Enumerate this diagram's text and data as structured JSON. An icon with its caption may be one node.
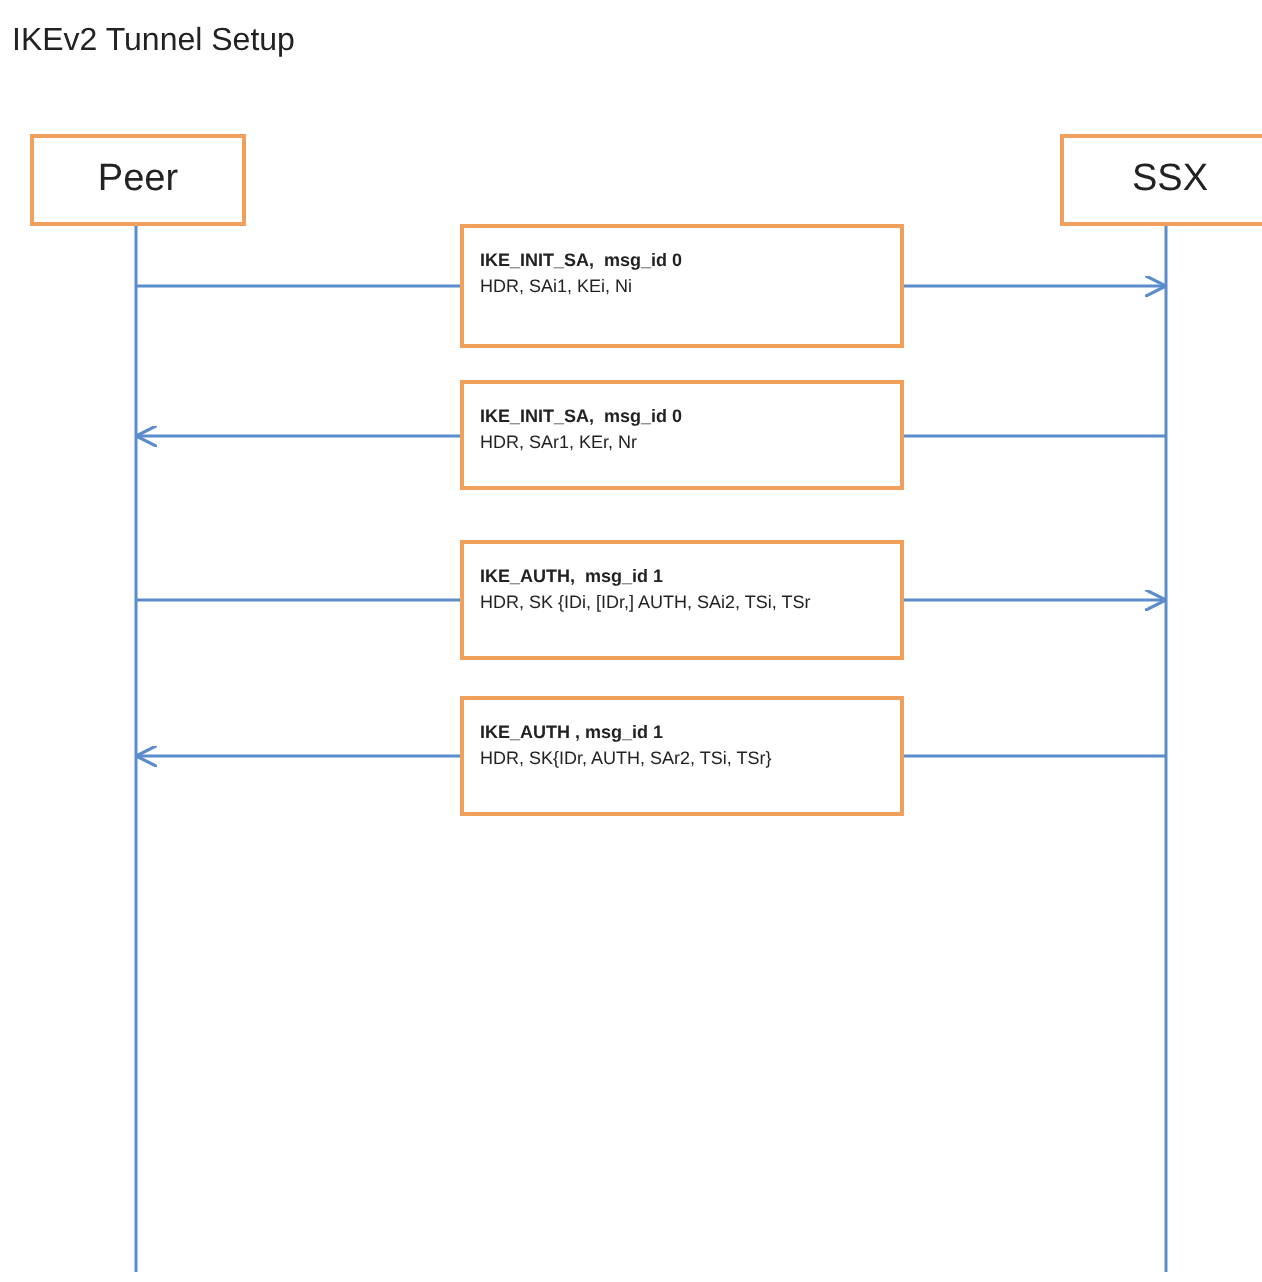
{
  "diagram": {
    "title": "IKEv2 Tunnel Setup",
    "nodes": [
      {
        "text": [
          "Peer"
        ]
      },
      {
        "text": [
          "SSX"
        ]
      },
      {
        "text": [
          "IKE_INIT_SA,  msg_id 0",
          "HDR, SAi1, KEi, Ni"
        ]
      },
      {
        "text": [
          "IKE_INIT_SA,  msg_id 0",
          "HDR, SAr1, KEr, Nr"
        ]
      },
      {
        "text": [
          "IKE_AUTH,  msg_id 1",
          "HDR, SK {IDi, [IDr,] AUTH, SAi2, TSi, TSr"
        ]
      },
      {
        "text": [
          "IKE_AUTH , msg_id 1",
          "HDR, SK{IDr, AUTH, SAr2, TSi, TSr}"
        ]
      }
    ],
    "edges": [
      {
        "from": 0,
        "to": 2,
        "arrow": "none"
      },
      {
        "from": 2,
        "to": 1,
        "arrow": "to"
      },
      {
        "from": 1,
        "to": 3,
        "arrow": "none"
      },
      {
        "from": 3,
        "to": 0,
        "arrow": "to"
      },
      {
        "from": 0,
        "to": 4,
        "arrow": "none"
      },
      {
        "from": 4,
        "to": 1,
        "arrow": "to"
      },
      {
        "from": 1,
        "to": 5,
        "arrow": "none"
      },
      {
        "from": 5,
        "to": 0,
        "arrow": "to"
      }
    ]
  }
}
